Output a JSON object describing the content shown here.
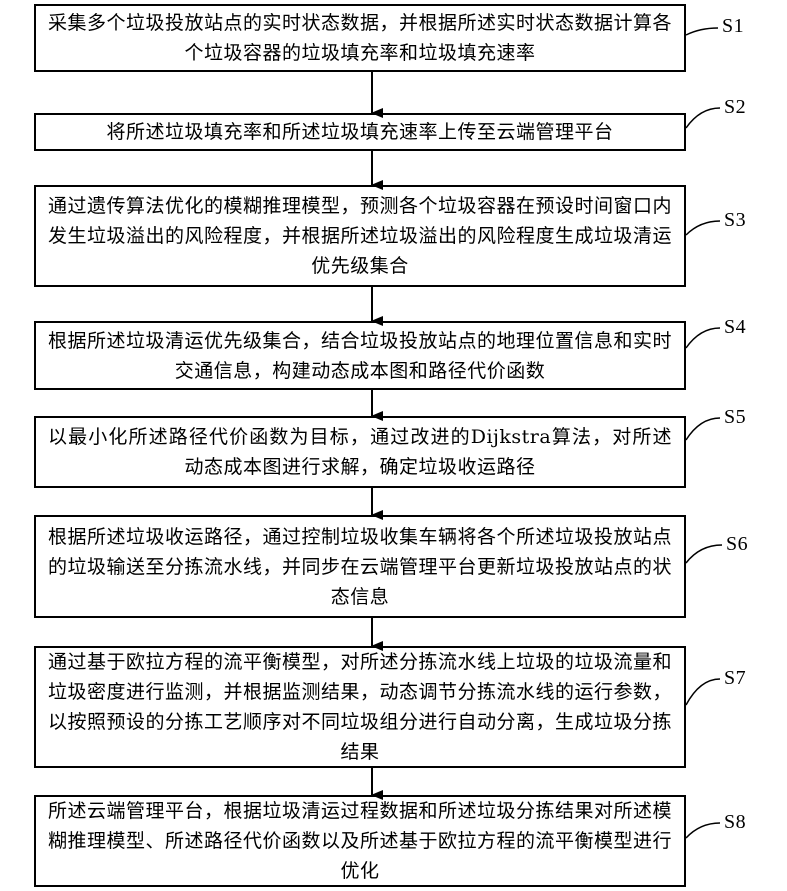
{
  "steps": [
    {
      "label": "S1",
      "text": "采集多个垃圾投放站点的实时状态数据，并根据所述实时状态数据计算各个垃圾容器的垃圾填充率和垃圾填充速率"
    },
    {
      "label": "S2",
      "text": "将所述垃圾填充率和所述垃圾填充速率上传至云端管理平台"
    },
    {
      "label": "S3",
      "text": "通过遗传算法优化的模糊推理模型，预测各个垃圾容器在预设时间窗口内发生垃圾溢出的风险程度，并根据所述垃圾溢出的风险程度生成垃圾清运优先级集合"
    },
    {
      "label": "S4",
      "text": "根据所述垃圾清运优先级集合，结合垃圾投放站点的地理位置信息和实时交通信息，构建动态成本图和路径代价函数"
    },
    {
      "label": "S5",
      "text": "以最小化所述路径代价函数为目标，通过改进的Dijkstra算法，对所述动态成本图进行求解，确定垃圾收运路径"
    },
    {
      "label": "S6",
      "text": "根据所述垃圾收运路径，通过控制垃圾收集车辆将各个所述垃圾投放站点的垃圾输送至分拣流水线，并同步在云端管理平台更新垃圾投放站点的状态信息"
    },
    {
      "label": "S7",
      "text": "通过基于欧拉方程的流平衡模型，对所述分拣流水线上垃圾的垃圾流量和垃圾密度进行监测，并根据监测结果，动态调节分拣流水线的运行参数，以按照预设的分拣工艺顺序对不同垃圾组分进行自动分离，生成垃圾分拣结果"
    },
    {
      "label": "S8",
      "text": "所述云端管理平台，根据垃圾清运过程数据和所述垃圾分拣结果对所述模糊推理模型、所述路径代价函数以及所述基于欧拉方程的流平衡模型进行优化"
    }
  ]
}
